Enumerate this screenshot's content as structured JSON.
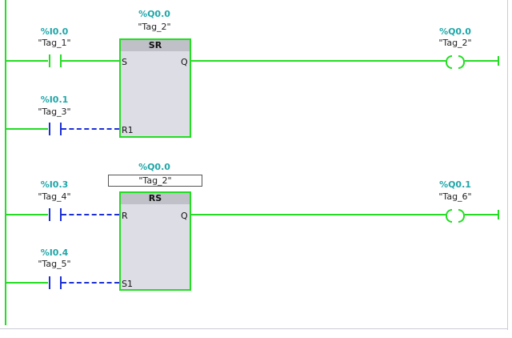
{
  "networks": [
    {
      "block": {
        "type": "SR",
        "addr": "%Q0.0",
        "tag": "\"Tag_2\"",
        "pin_set": "S",
        "pin_reset": "R1",
        "pin_out": "Q"
      },
      "contact_1": {
        "addr": "%I0.0",
        "tag": "\"Tag_1\""
      },
      "contact_2": {
        "addr": "%I0.1",
        "tag": "\"Tag_3\""
      },
      "coil": {
        "addr": "%Q0.0",
        "tag": "\"Tag_2\""
      }
    },
    {
      "block": {
        "type": "RS",
        "addr": "%Q0.0",
        "tag": "\"Tag_2\"",
        "pin_set": "R",
        "pin_reset": "S1",
        "pin_out": "Q"
      },
      "contact_1": {
        "addr": "%I0.3",
        "tag": "\"Tag_4\""
      },
      "contact_2": {
        "addr": "%I0.4",
        "tag": "\"Tag_5\""
      },
      "coil": {
        "addr": "%Q0.1",
        "tag": "\"Tag_6\""
      }
    }
  ],
  "colors": {
    "energized": "#22dd22",
    "not_energized": "#1b2fd6",
    "address_text": "#1fa6a8",
    "block_fill": "#dddde6",
    "block_header": "#bfc0c8"
  }
}
